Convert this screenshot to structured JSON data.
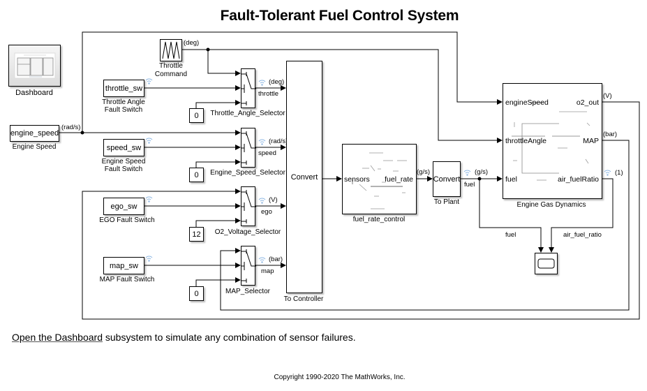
{
  "title": "Fault-Tolerant Fuel Control System",
  "blocks": {
    "dashboard": {
      "label": "Dashboard"
    },
    "throttle_command": {
      "label_line1": "Throttle",
      "label_line2": "Command",
      "unit": "(deg)"
    },
    "throttle_sw": {
      "text": "throttle_sw",
      "label_line1": "Throttle Angle",
      "label_line2": "Fault Switch"
    },
    "engine_speed": {
      "text": "engine_speed",
      "label": "Engine Speed",
      "unit": "(rad/s)"
    },
    "speed_sw": {
      "text": "speed_sw",
      "label_line1": "Engine Speed",
      "label_line2": "Fault Switch"
    },
    "ego_sw": {
      "text": "ego_sw",
      "label": "EGO Fault Switch"
    },
    "map_sw": {
      "text": "map_sw",
      "label": "MAP Fault Switch"
    },
    "constants": [
      "0",
      "0",
      "12",
      "0"
    ],
    "selectors": [
      {
        "name": "Throttle_Angle_Selector",
        "signal": "throttle",
        "unit": "(deg)"
      },
      {
        "name": "Engine_Speed_Selector",
        "signal": "speed",
        "unit": "(rad/s)"
      },
      {
        "name": "O2_Voltage_Selector",
        "signal": "ego",
        "unit": "(V)"
      },
      {
        "name": "MAP_Selector",
        "signal": "map",
        "unit": "(bar)"
      }
    ],
    "to_controller": {
      "text": "Convert",
      "label": "To Controller"
    },
    "fuel_rate_control": {
      "label": "fuel_rate_control",
      "in_port": "sensors",
      "out_port": "fuel_rate",
      "out_unit": "(g/s)"
    },
    "to_plant": {
      "text": "Convert",
      "label": "To Plant",
      "signal": "fuel",
      "unit": "(g/s)"
    },
    "engine_gas_dynamics": {
      "label": "Engine Gas Dynamics",
      "in_ports": [
        "engineSpeed",
        "throttleAngle",
        "fuel"
      ],
      "out_ports": [
        "o2_out",
        "MAP",
        "air_fuelRatio"
      ],
      "out_units": [
        "(V)",
        "(bar)",
        "(1)"
      ]
    },
    "scope": {
      "input_labels": [
        "fuel",
        "air_fuel_ratio"
      ]
    }
  },
  "footer": {
    "link": "Open the Dashboard",
    "text": " subsystem to simulate any combination of sensor failures.",
    "copyright": "Copyright 1990-2020 The MathWorks, Inc."
  },
  "colors": {
    "line": "#000000",
    "signal_log_icon": "#8fb8e3",
    "block_border": "#000000"
  }
}
